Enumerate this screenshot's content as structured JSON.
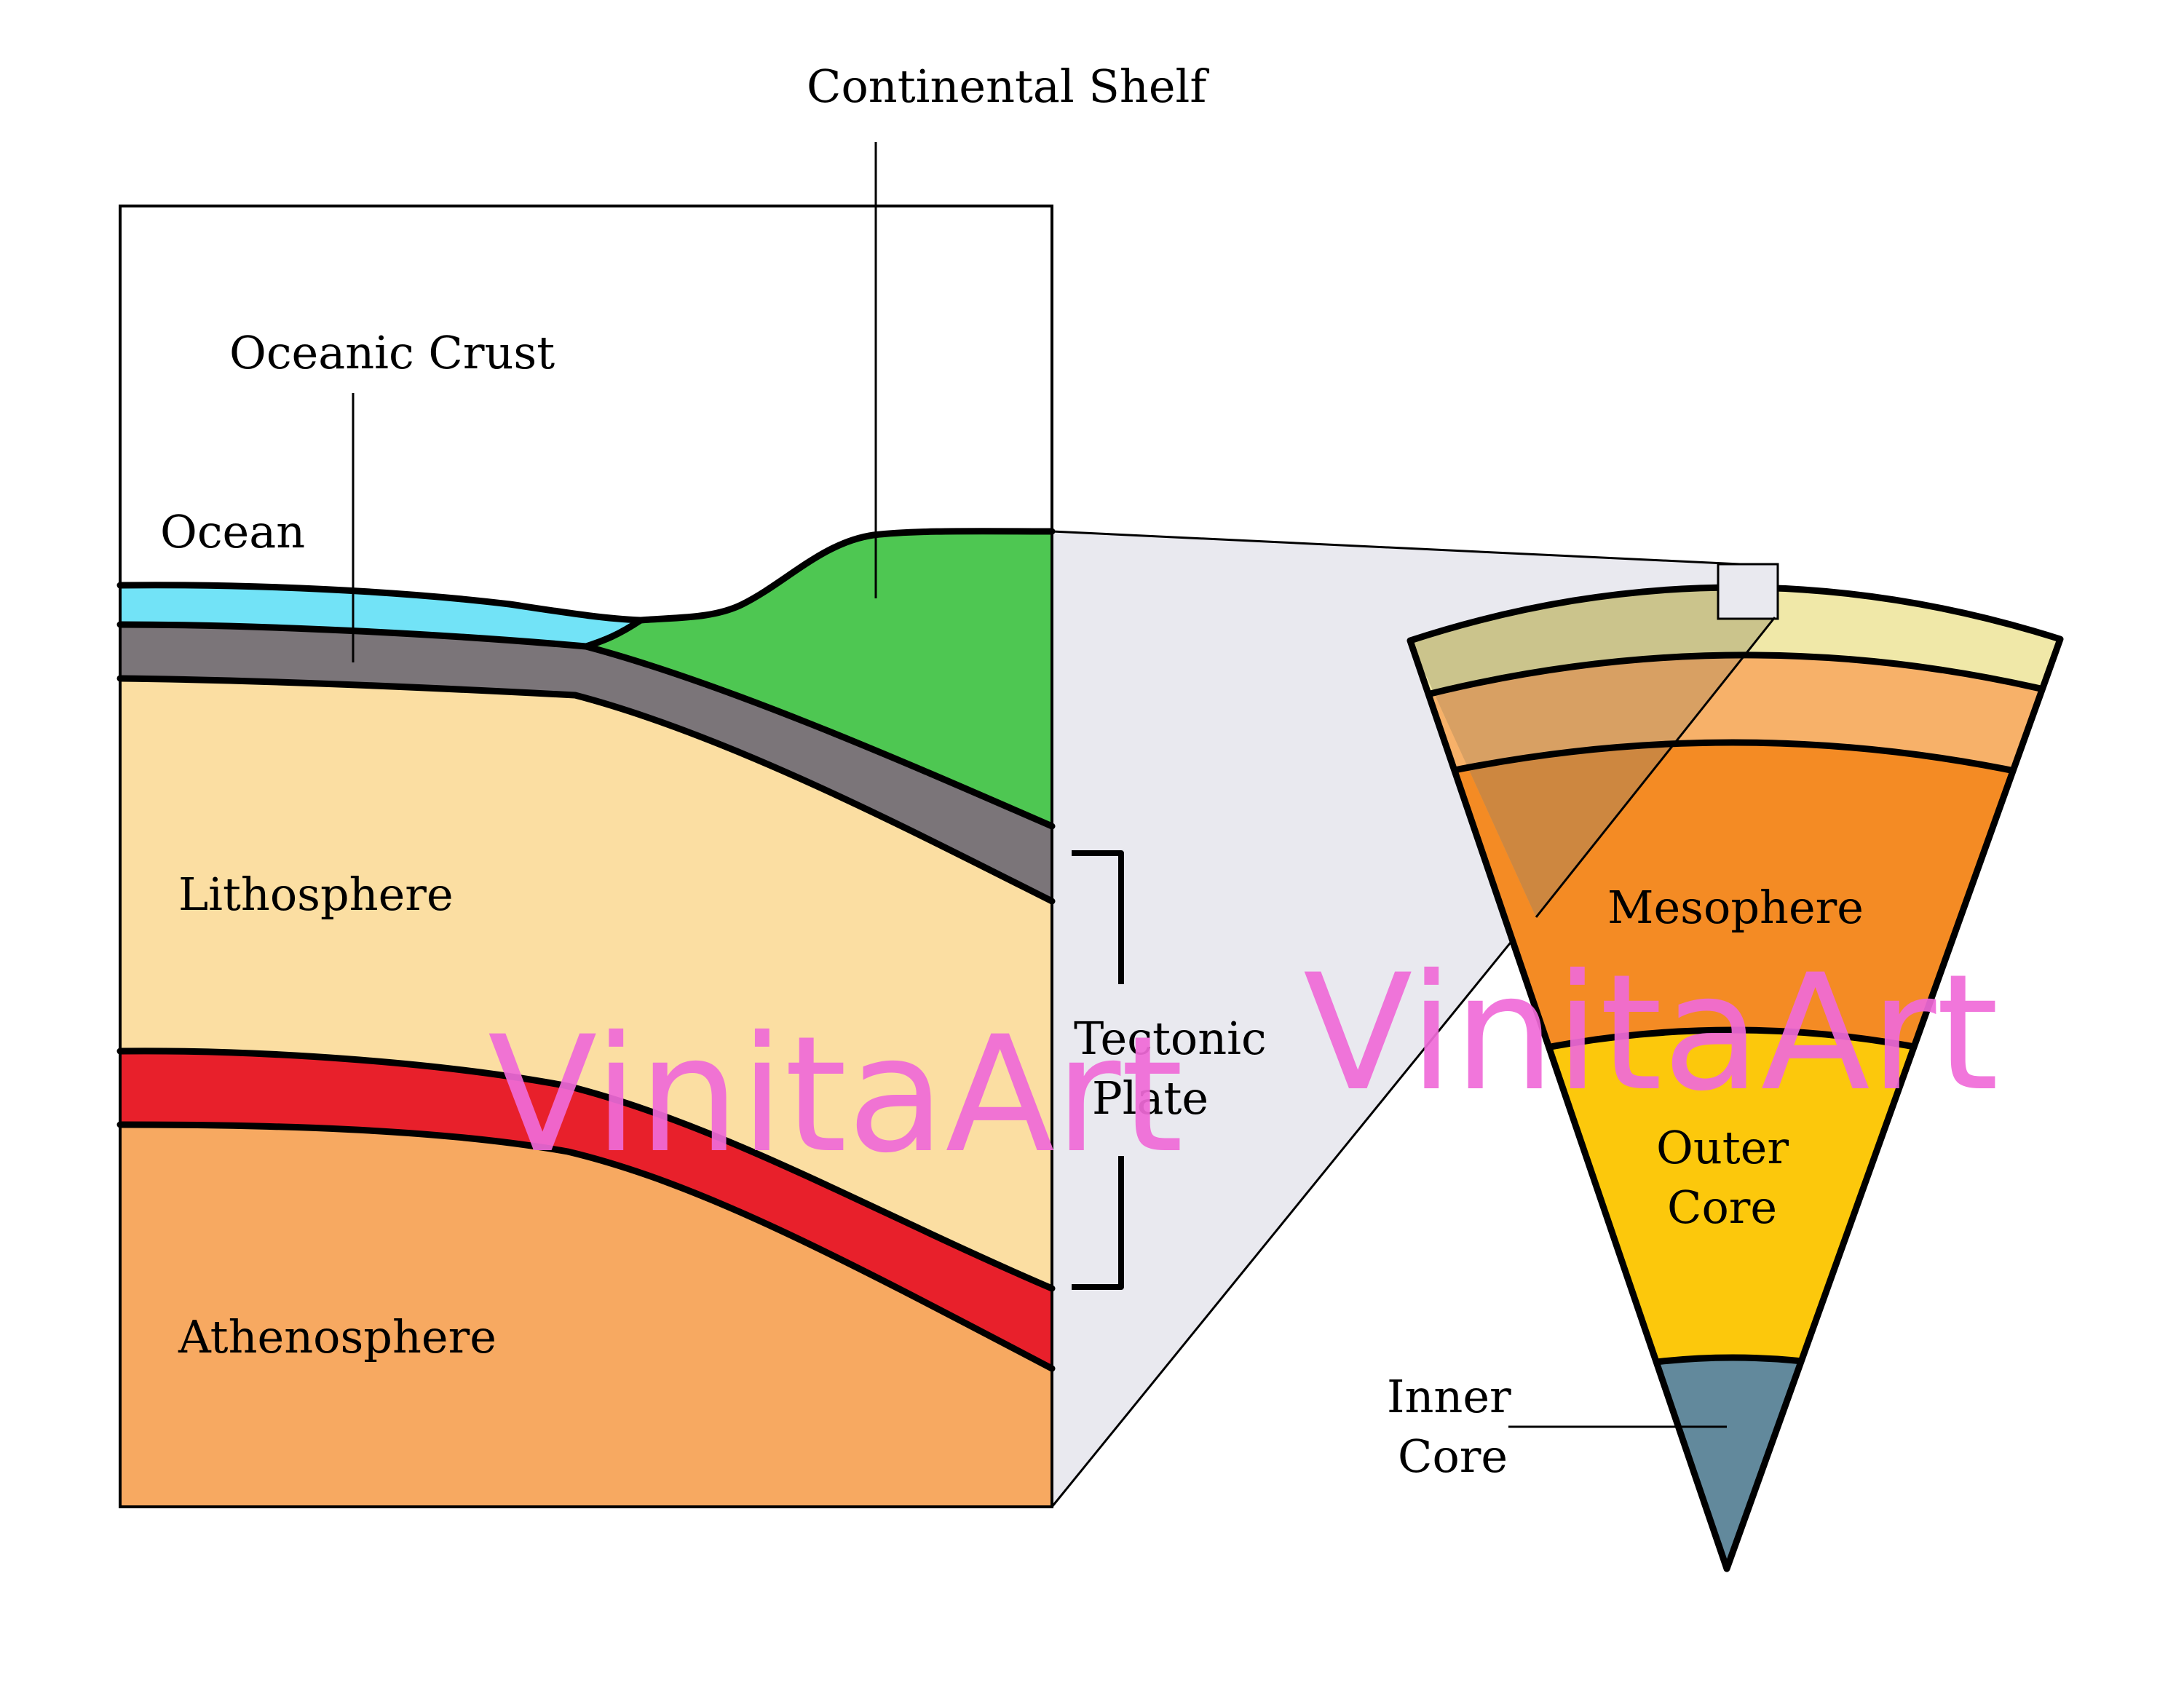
{
  "labels": {
    "continental_shelf": "Continental Shelf",
    "oceanic_crust": "Oceanic Crust",
    "ocean": "Ocean",
    "lithosphere": "Lithosphere",
    "athenosphere": "Athenosphere",
    "tectonic": "Tectonic",
    "plate": "Plate",
    "mesophere": "Mesophere",
    "outer": "Outer",
    "core": "Core",
    "inner": "Inner",
    "inner_core": "Core"
  },
  "watermark": {
    "left": "VinitaArt",
    "right": "VinitaArt"
  },
  "colors": {
    "ocean": "#72e3f7",
    "oceanic_crust": "#7b7579",
    "continental_shelf": "#4ec752",
    "lithosphere": "#fbdea2",
    "red_layer": "#e8202b",
    "athenosphere": "#f7a961",
    "zoom_projection": "#e9e9ef",
    "wedge_crust": "#f0e8a8",
    "wedge_crust_shaded": "#cbc48c",
    "wedge_upper_mantle": "#f7b169",
    "wedge_upper_mantle_shaded": "#d8a063",
    "wedge_mesophere": "#f48b24",
    "wedge_mesophere_shaded": "#cd8740",
    "wedge_outer_core": "#fcc80c",
    "wedge_inner_core": "#62899c",
    "watermark": "#f06bd8"
  }
}
